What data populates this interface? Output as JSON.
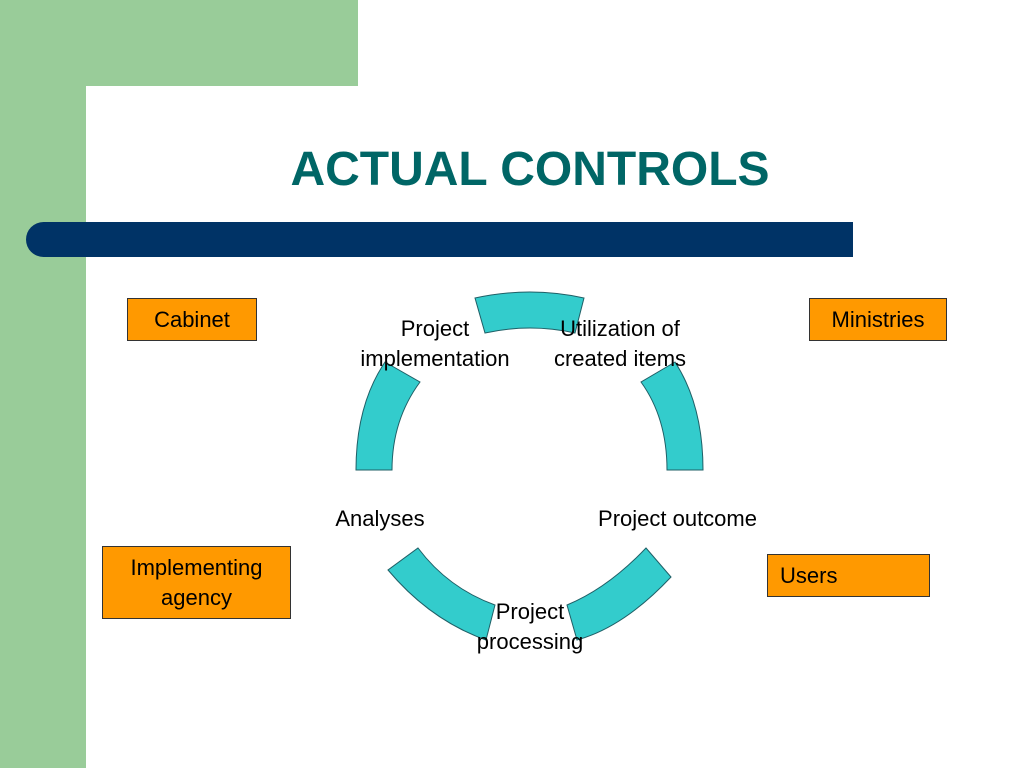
{
  "title": "ACTUAL CONTROLS",
  "boxes": {
    "cabinet": "Cabinet",
    "ministries": "Ministries",
    "implementing_agency": [
      "Implementing",
      "agency"
    ],
    "users": "Users"
  },
  "cycle": {
    "steps": [
      {
        "lines": [
          "Project",
          "implementation"
        ]
      },
      {
        "lines": [
          "Utilization of",
          "created items"
        ]
      },
      {
        "lines": [
          "Project outcome"
        ]
      },
      {
        "lines": [
          "Project",
          "processing"
        ]
      },
      {
        "lines": [
          "Analyses"
        ]
      }
    ],
    "arc_color": "#33cccc"
  },
  "colors": {
    "title": "#006666",
    "bar": "#003366",
    "box_fill": "#ff9900",
    "frame": "#99cc99"
  }
}
